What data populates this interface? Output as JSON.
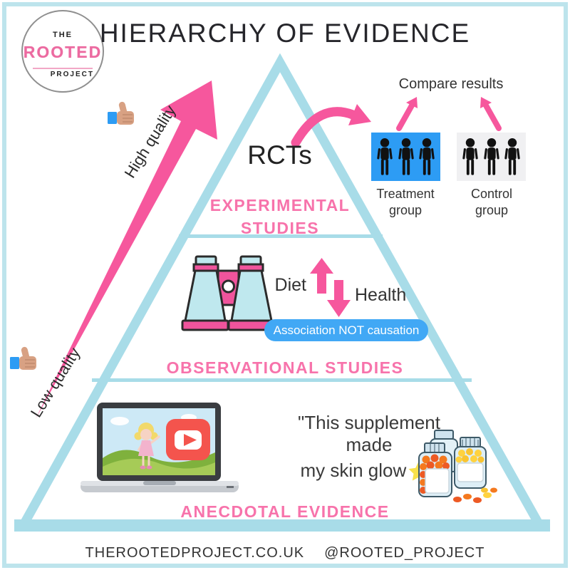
{
  "title": "HIERARCHY OF EVIDENCE",
  "logo": {
    "top": "THE",
    "name": "ROOTED",
    "bottom": "PROJECT"
  },
  "quality_axis": {
    "high_label": "High quality",
    "low_label": "Low quality"
  },
  "tiers": {
    "experimental": {
      "heading": "RCTs",
      "label": "EXPERIMENTAL STUDIES",
      "compare_label": "Compare results",
      "treatment_line1": "Treatment",
      "treatment_line2": "group",
      "control_line1": "Control",
      "control_line2": "group"
    },
    "observational": {
      "label": "OBSERVATIONAL STUDIES",
      "diet_label": "Diet",
      "health_label": "Health",
      "badge": "Association NOT causation"
    },
    "anecdotal": {
      "label": "ANECDOTAL EVIDENCE",
      "quote_line1": "\"This supplement made",
      "quote_line2": "my skin glow",
      "quote_close": "\""
    }
  },
  "footer": {
    "website": "THEROOTEDPROJECT.CO.UK",
    "handle": "@ROOTED_PROJECT"
  },
  "icons": [
    "rooted-project-logo",
    "thumbs-up-icon",
    "thumbs-down-icon",
    "quality-arrow",
    "curved-arrow",
    "compare-arrows",
    "person-icon",
    "binoculars-icon",
    "up-arrow-icon",
    "down-arrow-icon",
    "laptop-icon",
    "youtube-icon",
    "star-icon",
    "pill-bottles-icon"
  ],
  "colors": {
    "pink_accent": "#F6579D",
    "pink_label": "#F773AB",
    "pyramid_blue": "#A8DCE8",
    "frame_blue": "#BDE4EC",
    "treatment_blue": "#2D9CF4",
    "badge_blue": "#41A8F5",
    "control_gray": "#F0F0F2",
    "star_yellow": "#F7E14B",
    "youtube_red": "#F4544D"
  }
}
